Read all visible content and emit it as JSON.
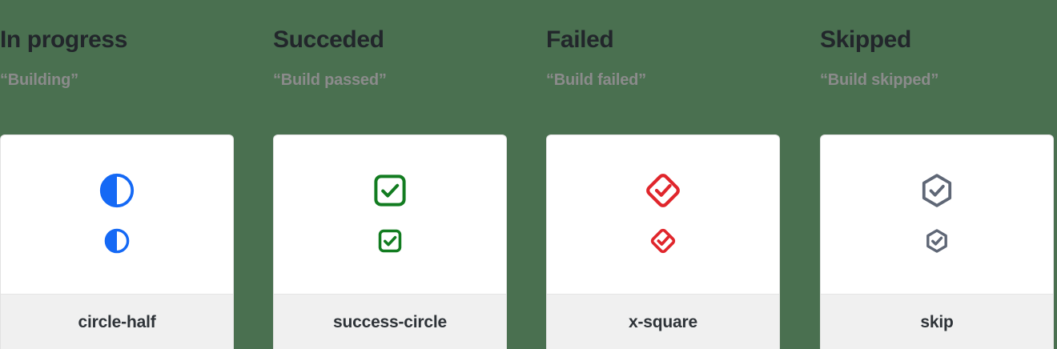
{
  "page": {
    "background_color": "#4a7050",
    "card_background": "#ffffff",
    "footer_background": "#f0f0f0"
  },
  "columns": [
    {
      "title": "In progress",
      "subtitle": "“Building”",
      "icon_name": "circle-half-icon",
      "icon_label": "circle-half",
      "icon_color": "#1569f5"
    },
    {
      "title": "Succeded",
      "subtitle": "“Build passed”",
      "icon_name": "success-circle-icon",
      "icon_label": "success-circle",
      "icon_color": "#127c20"
    },
    {
      "title": "Failed",
      "subtitle": "“Build failed”",
      "icon_name": "x-square-icon",
      "icon_label": "x-square",
      "icon_color": "#e0262c"
    },
    {
      "title": "Skipped",
      "subtitle": "“Build skipped”",
      "icon_name": "skip-icon",
      "icon_label": "skip",
      "icon_color": "#5f6776"
    }
  ]
}
